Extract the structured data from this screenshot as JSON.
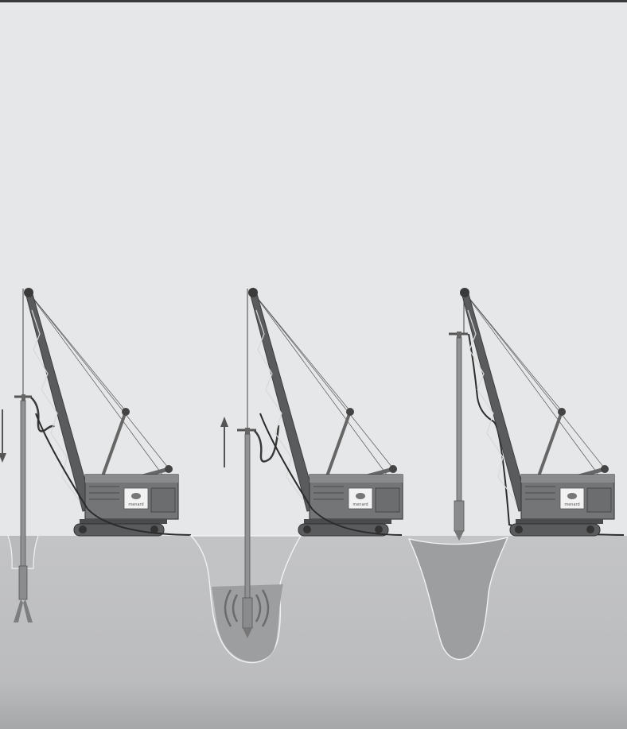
{
  "diagram": {
    "panels": [
      {
        "id": "panel-1",
        "step": "lowering",
        "arrow": "down",
        "logo_text": "menard"
      },
      {
        "id": "panel-2",
        "step": "raising",
        "arrow": "up",
        "logo_text": "menard"
      },
      {
        "id": "panel-3",
        "step": "withdrawn",
        "arrow": "none",
        "logo_text": "menard"
      }
    ],
    "colors": {
      "sky": "#e6e7e8",
      "ground": "#c2c3c5",
      "ground_bottom": "#a9aaac",
      "compacted_zone": "#9d9ea0",
      "crane_light": "#6e6f71",
      "crane_dark": "#3f4042",
      "logo_panel": "#f2f2f2"
    }
  }
}
